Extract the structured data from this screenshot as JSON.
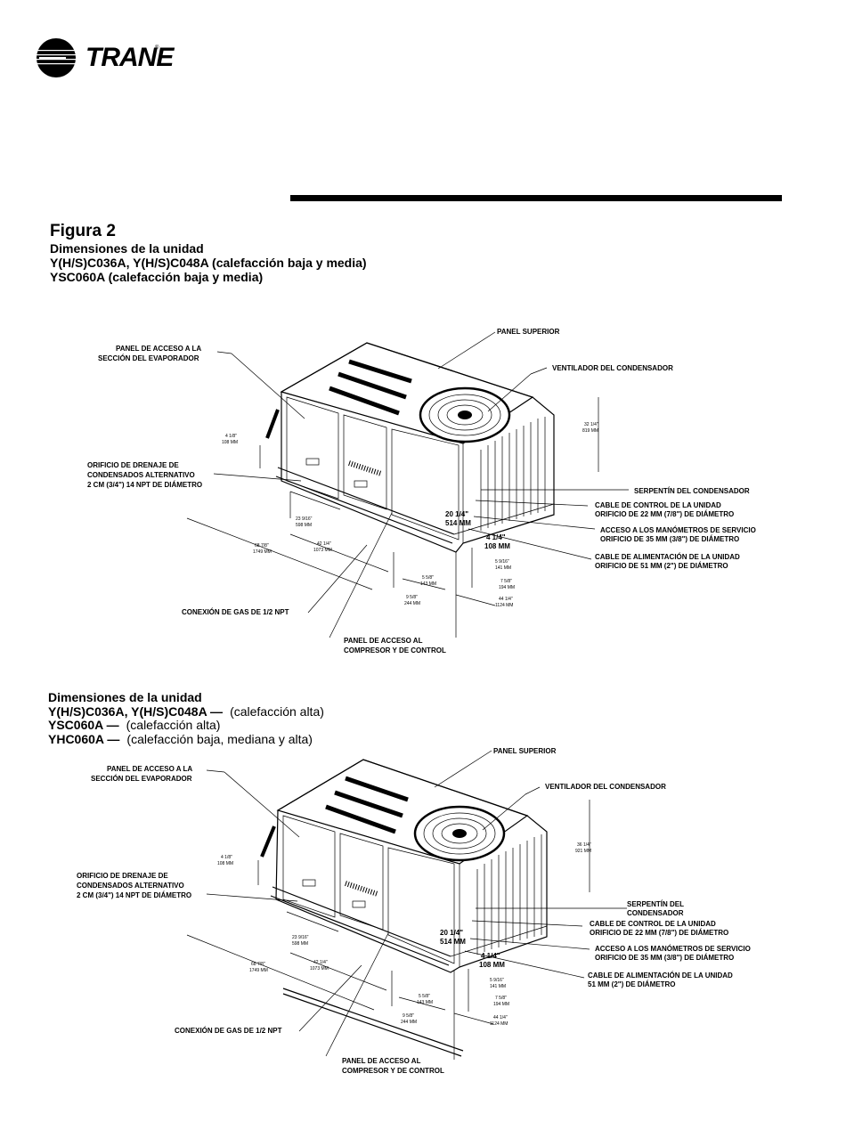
{
  "brand": {
    "name": "TRANE",
    "mark": "®"
  },
  "figure": {
    "title": "Figura 2",
    "subtitle": "Dimensiones de la unidad",
    "models_line_1": "Y(H/S)C036A, Y(H/S)C048A (calefacción baja y media)",
    "models_line_2": "YSC060A (calefacción baja y media)"
  },
  "section2": {
    "subtitle": "Dimensiones de la unidad",
    "rows": [
      {
        "model": "Y(H/S)C036A, Y(H/S)C048A —",
        "desc": "(calefacción alta)"
      },
      {
        "model": "YSC060A —",
        "desc": "(calefacción alta)"
      },
      {
        "model": "YHC060A —",
        "desc": "(calefacción baja, mediana y alta)"
      }
    ]
  },
  "drawing1": {
    "labels": {
      "panel_superior": "PANEL SUPERIOR",
      "panel_evap_1": "PANEL DE ACCESO A LA",
      "panel_evap_2": "SECCIÓN DEL EVAPORADOR",
      "ventilador": "VENTILADOR DEL CONDENSADOR",
      "drenaje_1": "ORIFICIO DE DRENAJE DE",
      "drenaje_2": "CONDENSADOS ALTERNATIVO",
      "drenaje_3": "2 CM (3/4\") 14 NPT DE DIÁMETRO",
      "serpentin": "SERPENTÍN DEL CONDENSADOR",
      "control_1": "CABLE DE CONTROL DE LA UNIDAD",
      "control_2": "ORIFICIO DE 22 MM (7/8\") DE DIÁMETRO",
      "manometros_1": "ACCESO A LOS MANÓMETROS DE SERVICIO",
      "manometros_2": "ORIFICIO DE 35 MM (3/8\") DE DIÁMETRO",
      "alimentacion_1": "CABLE DE ALIMENTACIÓN DE LA UNIDAD",
      "alimentacion_2": "ORIFICIO DE 51 MM (2\") DE DIÁMETRO",
      "gas": "CONEXIÓN DE GAS DE 1/2 NPT",
      "compresor_1": "PANEL DE ACCESO AL",
      "compresor_2": "COMPRESOR Y DE CONTROL"
    },
    "dims": {
      "d_4in": "4 1/8\"",
      "d_4mm": "108 MM",
      "d_height": "32 1/4\"",
      "d_height_mm": "819 MM",
      "d_23": "23 9/16\"",
      "d_23mm": "598 MM",
      "d_42": "42 1/4\"",
      "d_42mm": "1073 MM",
      "d_68": "68 7/8\"",
      "d_68mm": "1749 MM",
      "d_20": "20 1/4\"",
      "d_20mm": "514 MM",
      "d_4b": "4 1/4\"",
      "d_4bmm": "108 MM",
      "d_5a": "5 5/8\"",
      "d_5amm": "143 MM",
      "d_9": "9 5/8\"",
      "d_9mm": "244 MM",
      "d_5b": "5 9/16\"",
      "d_5bmm": "141 MM",
      "d_7": "7 5/8\"",
      "d_7mm": "194 MM",
      "d_44": "44 1/4\"",
      "d_44mm": "1124 MM"
    }
  },
  "drawing2": {
    "labels": {
      "panel_superior": "PANEL SUPERIOR",
      "panel_evap_1": "PANEL DE ACCESO A LA",
      "panel_evap_2": "SECCIÓN DEL EVAPORADOR",
      "ventilador": "VENTILADOR DEL CONDENSADOR",
      "drenaje_1": "ORIFICIO DE DRENAJE DE",
      "drenaje_2": "CONDENSADOS ALTERNATIVO",
      "drenaje_3": "2 CM (3/4\") 14 NPT DE DIÁMETRO",
      "serpentin_1": "SERPENTÍN DEL",
      "serpentin_2": "CONDENSADOR",
      "control_1": "CABLE DE CONTROL DE LA UNIDAD",
      "control_2": "ORIFICIO DE 22 MM (7/8\") DE DIÁMETRO",
      "manometros_1": "ACCESO A LOS MANÓMETROS DE SERVICIO",
      "manometros_2": "ORIFICIO DE 35 MM (3/8\") DE DIÁMETRO",
      "alimentacion_1": "CABLE DE ALIMENTACIÓN DE LA UNIDAD",
      "alimentacion_2": "51 MM (2\") DE DIÁMETRO",
      "gas": "CONEXIÓN DE GAS DE 1/2 NPT",
      "compresor_1": "PANEL DE ACCESO AL",
      "compresor_2": "COMPRESOR Y DE CONTROL"
    },
    "dims": {
      "d_4in": "4 1/8\"",
      "d_4mm": "108 MM",
      "d_height": "36 1/4\"",
      "d_height_mm": "921 MM",
      "d_23": "23 9/16\"",
      "d_23mm": "598 MM",
      "d_42": "42 1/4\"",
      "d_42mm": "1073 MM",
      "d_68": "68 7/8\"",
      "d_68mm": "1749 MM",
      "d_20": "20 1/4\"",
      "d_20mm": "514 MM",
      "d_4b": "4 1/4\"",
      "d_4bmm": "108 MM",
      "d_5a": "5 5/8\"",
      "d_5amm": "143 MM",
      "d_9": "9 5/8\"",
      "d_9mm": "244 MM",
      "d_5b": "5 9/16\"",
      "d_5bmm": "141 MM",
      "d_7": "7 5/8\"",
      "d_7mm": "194 MM",
      "d_44": "44 1/4\"",
      "d_44mm": "1124 MM"
    }
  }
}
